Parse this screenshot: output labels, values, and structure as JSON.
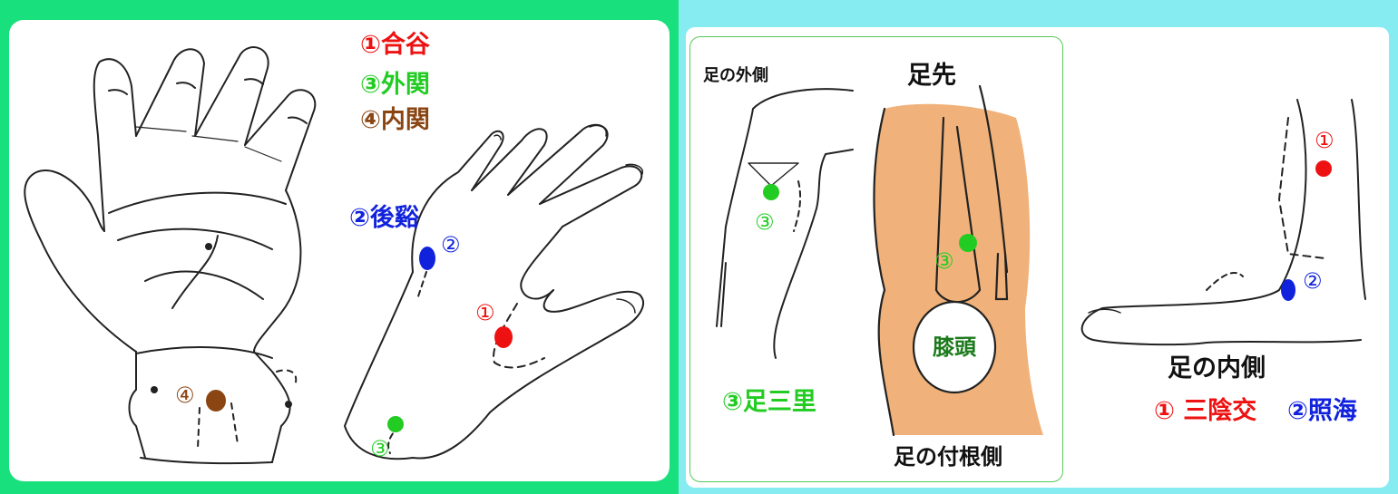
{
  "colors": {
    "left_background": "#18e07c",
    "right_background": "#86ecf2",
    "red": "#ee1111",
    "green": "#22cc22",
    "brown": "#8b4513",
    "blue": "#1122dd",
    "dark_green": "#1c7a1c",
    "kneecap": "#f0b27a"
  },
  "hand_section": {
    "legend": [
      {
        "num": "①",
        "name": "合谷",
        "color": "red"
      },
      {
        "num": "③",
        "name": "外関",
        "color": "green"
      },
      {
        "num": "④",
        "name": "内関",
        "color": "brown"
      }
    ],
    "point_labels": {
      "kokei": "②後谿",
      "m2": "②",
      "m1": "①",
      "m4": "④",
      "m3": "③"
    }
  },
  "leg_section": {
    "outer_leg_label": "足の外側",
    "toe_label": "足先",
    "kneecap_label": "膝頭",
    "base_label": "足の付根側",
    "zusanri_label": "③足三里",
    "m3a": "③",
    "m3b": "③"
  },
  "foot_section": {
    "inner_label": "足の内側",
    "legend1": "① 三陰交",
    "legend2": "②照海",
    "m1": "①",
    "m2": "②"
  }
}
